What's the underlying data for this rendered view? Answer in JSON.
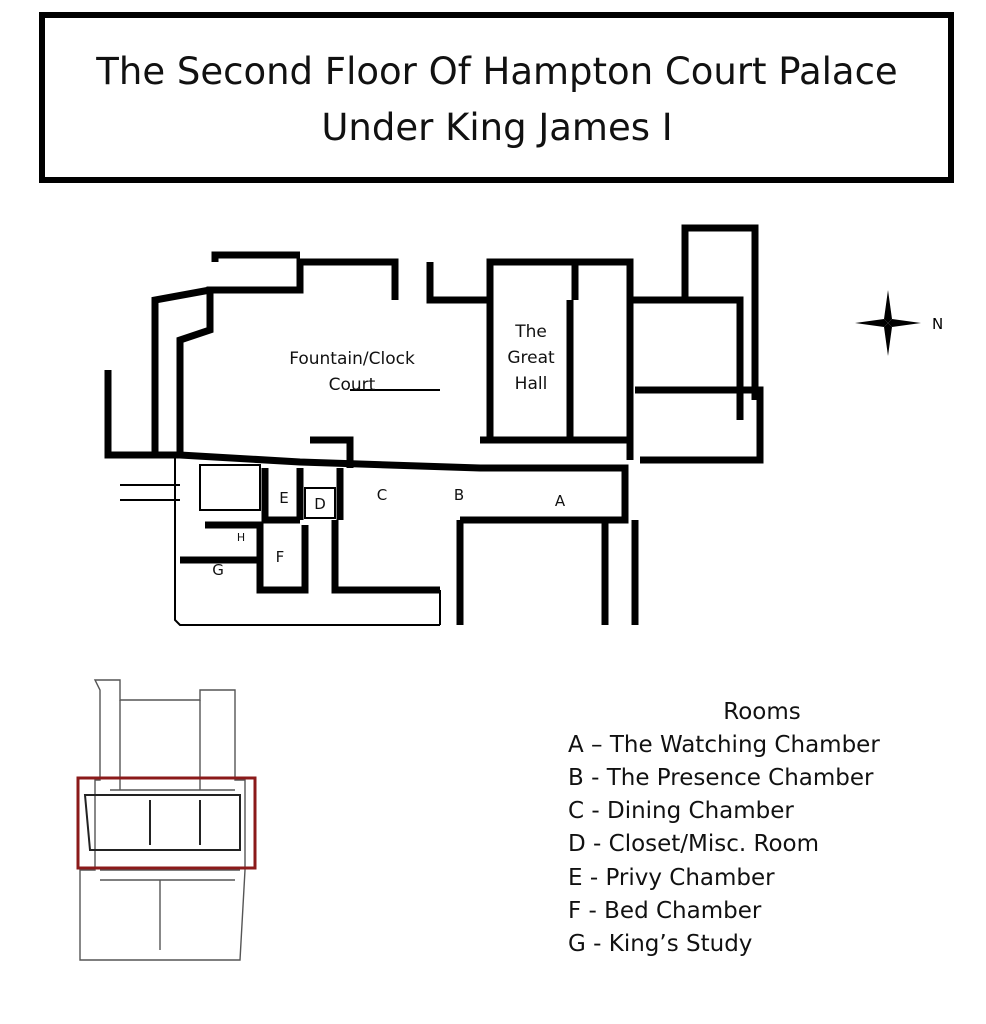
{
  "title": {
    "line1": "The Second Floor Of Hampton Court Palace",
    "line2": "Under King James I"
  },
  "plan": {
    "court_label": [
      "Fountain/Clock",
      "Court"
    ],
    "hall_label": [
      "The",
      "Great",
      "Hall"
    ],
    "rooms": {
      "A": "A",
      "B": "B",
      "C": "C",
      "D": "D",
      "E": "E",
      "F": "F",
      "G": "G",
      "H": "H"
    }
  },
  "compass": {
    "north_label": "N",
    "icon": "compass-rose-icon"
  },
  "locator": {
    "highlight_color": "#8b1a1a"
  },
  "legend": {
    "heading": "Rooms",
    "items": [
      "A – The Watching Chamber",
      "B - The Presence Chamber",
      "C - Dining Chamber",
      "D - Closet/Misc. Room",
      "E - Privy Chamber",
      "F - Bed Chamber",
      "G - King’s Study"
    ]
  }
}
